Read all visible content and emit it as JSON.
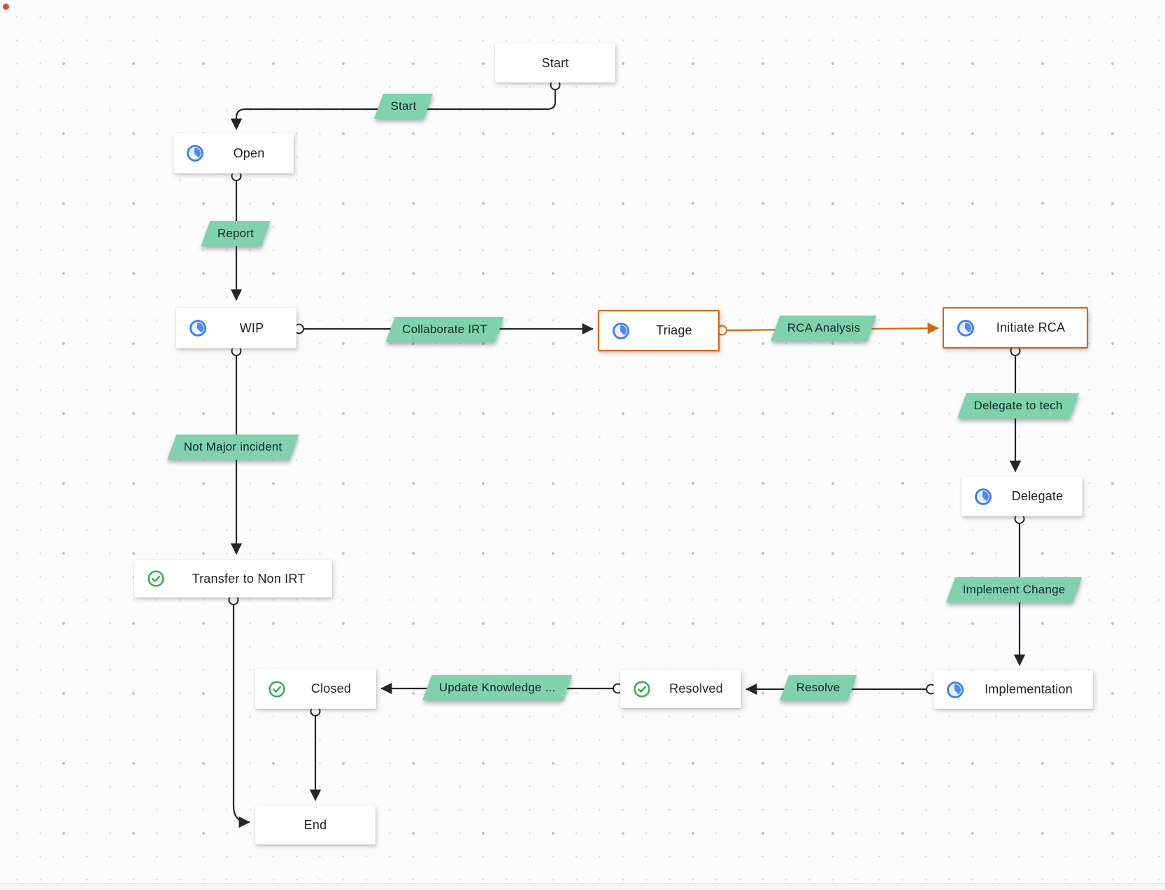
{
  "app": {
    "type": "workflow-state-diagram"
  },
  "colors": {
    "label_green": "#7fd2ab",
    "edge_black": "#242629",
    "edge_orange": "#d9650f",
    "highlight_border_orange": "#d9650f",
    "node_background": "#ffffff",
    "icon_blue": "#3b7cf2",
    "icon_green": "#2fac4e",
    "canvas_background": "#fcfcfd"
  },
  "nodes": [
    {
      "id": "start",
      "label": "Start",
      "kind": "terminal",
      "icon": null
    },
    {
      "id": "open",
      "label": "Open",
      "kind": "state",
      "icon": "status-in-progress-icon"
    },
    {
      "id": "wip",
      "label": "WIP",
      "kind": "state",
      "icon": "status-in-progress-icon"
    },
    {
      "id": "triage",
      "label": "Triage",
      "kind": "state",
      "icon": "status-in-progress-icon",
      "highlighted": true
    },
    {
      "id": "initiate-rca",
      "label": "Initiate RCA",
      "kind": "state",
      "icon": "status-in-progress-icon",
      "highlighted": true
    },
    {
      "id": "delegate",
      "label": "Delegate",
      "kind": "state",
      "icon": "status-in-progress-icon"
    },
    {
      "id": "implementation",
      "label": "Implementation",
      "kind": "state",
      "icon": "status-in-progress-icon"
    },
    {
      "id": "resolved",
      "label": "Resolved",
      "kind": "state",
      "icon": "status-done-icon"
    },
    {
      "id": "closed",
      "label": "Closed",
      "kind": "state",
      "icon": "status-done-icon"
    },
    {
      "id": "transfer",
      "label": "Transfer to Non IRT",
      "kind": "state",
      "icon": "status-done-icon"
    },
    {
      "id": "end",
      "label": "End",
      "kind": "terminal",
      "icon": null
    }
  ],
  "transitions": [
    {
      "label": "Start",
      "from": "start",
      "to": "open"
    },
    {
      "label": "Report",
      "from": "open",
      "to": "wip"
    },
    {
      "label": "Collaborate IRT",
      "from": "wip",
      "to": "triage"
    },
    {
      "label": "RCA Analysis",
      "from": "triage",
      "to": "initiate-rca",
      "highlighted": true
    },
    {
      "label": "Delegate to tech",
      "from": "initiate-rca",
      "to": "delegate"
    },
    {
      "label": "Implement Change",
      "from": "delegate",
      "to": "implementation"
    },
    {
      "label": "Resolve",
      "from": "implementation",
      "to": "resolved"
    },
    {
      "label": "Update Knowledge ...",
      "from": "resolved",
      "to": "closed"
    },
    {
      "label": "Not Major incident",
      "from": "wip",
      "to": "transfer"
    },
    {
      "label": "",
      "from": "closed",
      "to": "end"
    },
    {
      "label": "",
      "from": "transfer",
      "to": "end"
    }
  ]
}
